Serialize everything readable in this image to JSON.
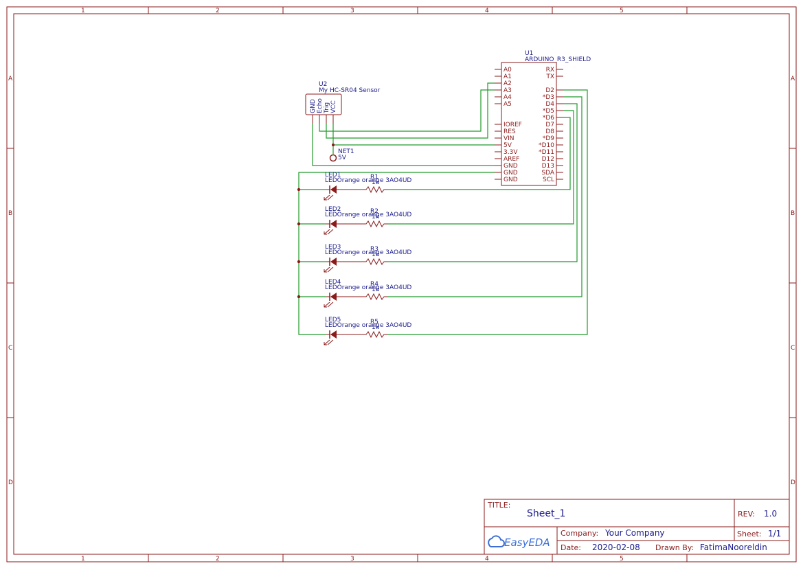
{
  "border": {
    "col_labels": [
      "1",
      "2",
      "3",
      "4",
      "5"
    ],
    "row_labels": [
      "A",
      "B",
      "C",
      "D"
    ]
  },
  "u1": {
    "ref": "U1",
    "name": "ARDUINO_R3_SHIELD",
    "left_pins": [
      "A0",
      "A1",
      "A2",
      "A3",
      "A4",
      "A5",
      "",
      "",
      "IOREF",
      "RES",
      "VIN",
      "5V",
      "3.3V",
      "AREF",
      "GND",
      "GND",
      "GND"
    ],
    "right_pins": [
      "RX",
      "TX",
      "",
      "D2",
      "*D3",
      "D4",
      "*D5",
      "*D6",
      "D7",
      "D8",
      "*D9",
      "*D10",
      "*D11",
      "D12",
      "D13",
      "SDA",
      "SCL"
    ]
  },
  "u2": {
    "ref": "U2",
    "name": "My HC-SR04 Sensor",
    "pins": [
      "GND",
      "Echo",
      "Trig",
      "VCC"
    ]
  },
  "net1": {
    "ref": "NET1",
    "value": "5V"
  },
  "leds": [
    {
      "ref": "LED1",
      "value": "LEDOrange orange 3AO4UD",
      "res": "R1",
      "res_val": "1k"
    },
    {
      "ref": "LED2",
      "value": "LEDOrange orange 3AO4UD",
      "res": "R2",
      "res_val": "1k"
    },
    {
      "ref": "LED3",
      "value": "LEDOrange orange 3AO4UD",
      "res": "R3",
      "res_val": "1k"
    },
    {
      "ref": "LED4",
      "value": "LEDOrange orange 3AO4UD",
      "res": "R4",
      "res_val": "1k"
    },
    {
      "ref": "LED5",
      "value": "LEDOrange orange 3AO4UD",
      "res": "R5",
      "res_val": "1k"
    }
  ],
  "title_block": {
    "title_label": "TITLE:",
    "title": "Sheet_1",
    "rev_label": "REV:",
    "rev": "1.0",
    "company_label": "Company:",
    "company": "Your Company",
    "sheet_label": "Sheet:",
    "sheet": "1/1",
    "date_label": "Date:",
    "date": "2020-02-08",
    "drawn_label": "Drawn By:",
    "drawn_by": "FatimaNooreldin",
    "logo": "EasyEDA"
  },
  "colors": {
    "frame": "#8b1a1a",
    "wire": "#1f9a2a",
    "text": "#1a1a8b"
  }
}
